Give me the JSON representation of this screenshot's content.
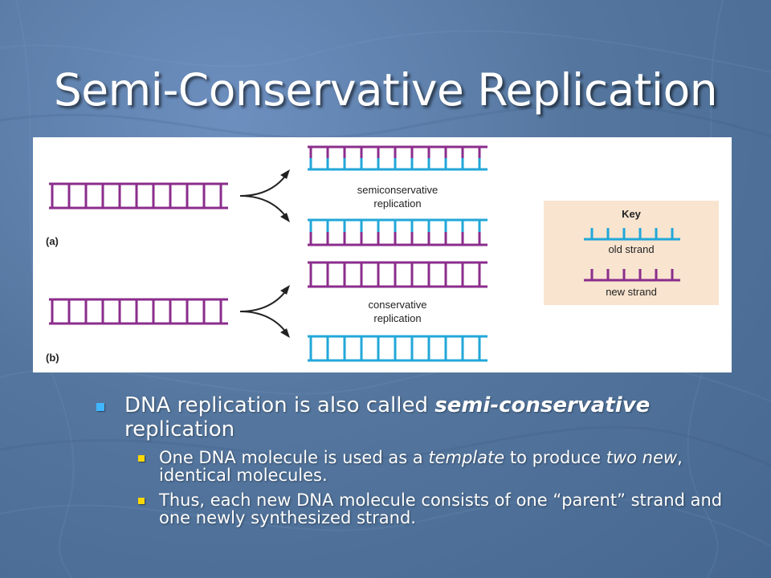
{
  "slide": {
    "title": "Semi-Conservative Replication"
  },
  "figure": {
    "label_a": "(a)",
    "label_b": "(b)",
    "semiconservative_line1": "semiconservative",
    "semiconservative_line2": "replication",
    "conservative_line1": "conservative",
    "conservative_line2": "replication",
    "key_title": "Key",
    "key_old": "old strand",
    "key_new": "new strand",
    "colors": {
      "old_strand": "#22a7d8",
      "new_strand": "#8b2d8c",
      "key_bg": "#f8e4cf"
    }
  },
  "bullets": {
    "main_prefix": "DNA replication is also called ",
    "main_emphasis": "semi-conservative",
    "main_suffix": "replication",
    "sub1_a": "One DNA molecule is used as a ",
    "sub1_b": "template",
    "sub1_c": " to produce ",
    "sub1_d": "two new",
    "sub1_e": ", identical molecules.",
    "sub2": "Thus, each new DNA molecule consists of one “parent” strand and one newly synthesized strand.",
    "colors": {
      "level1_bullet": "#3fb6ff",
      "level2_bullet": "#ffd700"
    }
  }
}
